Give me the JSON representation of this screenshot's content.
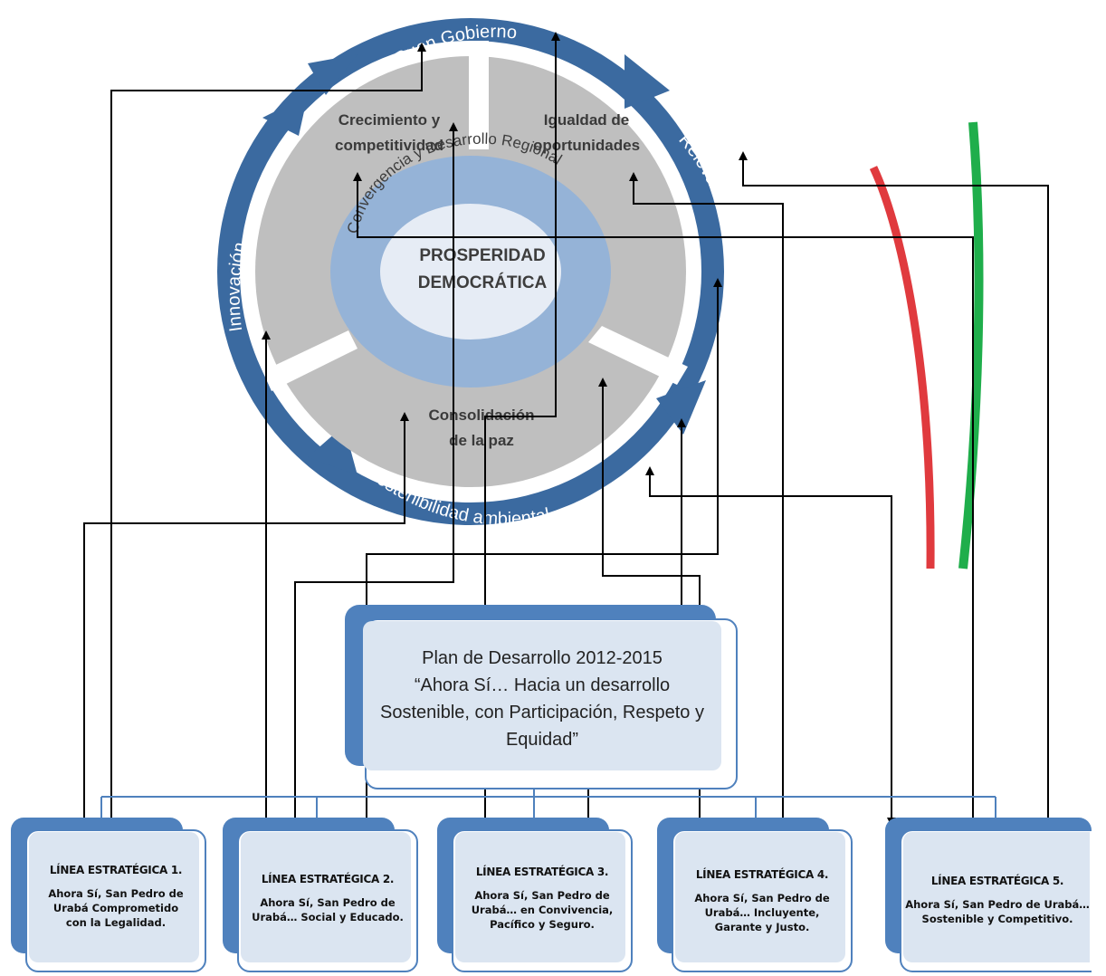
{
  "circle": {
    "center_title_line1": "PROSPERIDAD",
    "center_title_line2": "DEMOCRÁTICA",
    "convergence": "Convergencia y Desarrollo Regional",
    "segments": [
      {
        "line1": "Crecimiento y",
        "line2": "competitividad"
      },
      {
        "line1": "Igualdad de",
        "line2": "oportunidades"
      },
      {
        "line1": "Consolidación",
        "line2": "de la paz"
      }
    ],
    "ring": {
      "top": "Buen Gobierno",
      "right": "Relevancia Internacional",
      "bottom": "Sostenibilidad ambiental",
      "left": "Innovación"
    }
  },
  "plan": {
    "line1": "Plan de  Desarrollo 2012-2015",
    "line2": "“Ahora Sí… Hacia un desarrollo",
    "line3": "Sostenible, con Participación, Respeto y",
    "line4": "Equidad”"
  },
  "lines": [
    {
      "title": "LÍNEA ESTRATÉGICA  1.",
      "body1": "Ahora Sí, San Pedro de",
      "body2": "Urabá Comprometido",
      "body3": "con la Legalidad."
    },
    {
      "title": "LÍNEA ESTRATÉGICA  2.",
      "body1": "Ahora Sí, San Pedro de",
      "body2": "Urabá… Social y Educado.",
      "body3": ""
    },
    {
      "title": "LÍNEA ESTRATÉGICA  3.",
      "body1": "Ahora Sí, San Pedro de",
      "body2": "Urabá… en Convivencia,",
      "body3": "Pacífico y Seguro."
    },
    {
      "title": "LÍNEA ESTRATÉGICA  4.",
      "body1": "Ahora Sí, San Pedro de",
      "body2": "Urabá… Incluyente,",
      "body3": "Garante y Justo."
    },
    {
      "title": "LÍNEA ESTRATÉGICA  5.",
      "body1": "Ahora Sí, San Pedro de Urabá…",
      "body2": "Sostenible y Competitivo.",
      "body3": ""
    }
  ],
  "colors": {
    "ring_blue": "#3b6aa0",
    "segment_gray": "#bfbfbf",
    "inner_ring": "#95b3d7",
    "center_fill": "#e6ecf5",
    "card_blue": "#4f81bd",
    "card_fill": "#dbe5f1",
    "flag_red": "#e03a3e",
    "flag_green": "#1fae4b"
  }
}
